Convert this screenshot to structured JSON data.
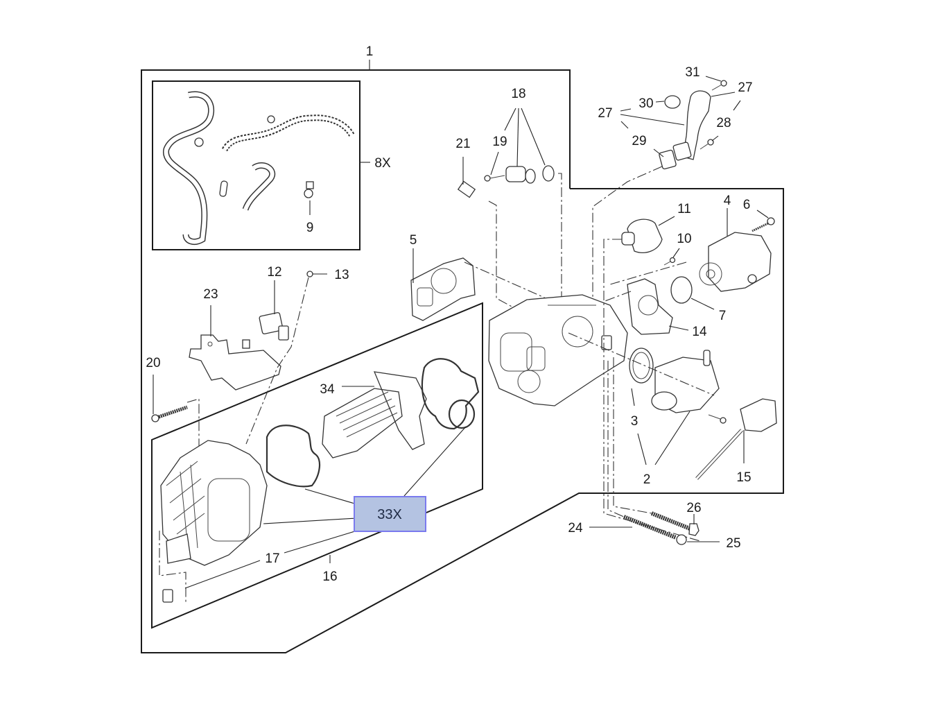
{
  "diagram": {
    "type": "exploded-parts-diagram",
    "highlight_color": "#b4c3e2",
    "highlight_border_color": "#7a7aee",
    "selected_callout": "33X",
    "callouts": {
      "c1": "1",
      "c2": "2",
      "c3": "3",
      "c4": "4",
      "c5": "5",
      "c6": "6",
      "c7": "7",
      "c8x": "8X",
      "c9": "9",
      "c10": "10",
      "c11": "11",
      "c12": "12",
      "c13": "13",
      "c14": "14",
      "c15": "15",
      "c16": "16",
      "c17": "17",
      "c18": "18",
      "c19": "19",
      "c20": "20",
      "c21": "21",
      "c23": "23",
      "c24": "24",
      "c25": "25",
      "c26": "26",
      "c27a": "27",
      "c27b": "27",
      "c28": "28",
      "c29": "29",
      "c30": "30",
      "c31": "31",
      "c33x": "33X",
      "c34": "34"
    }
  }
}
